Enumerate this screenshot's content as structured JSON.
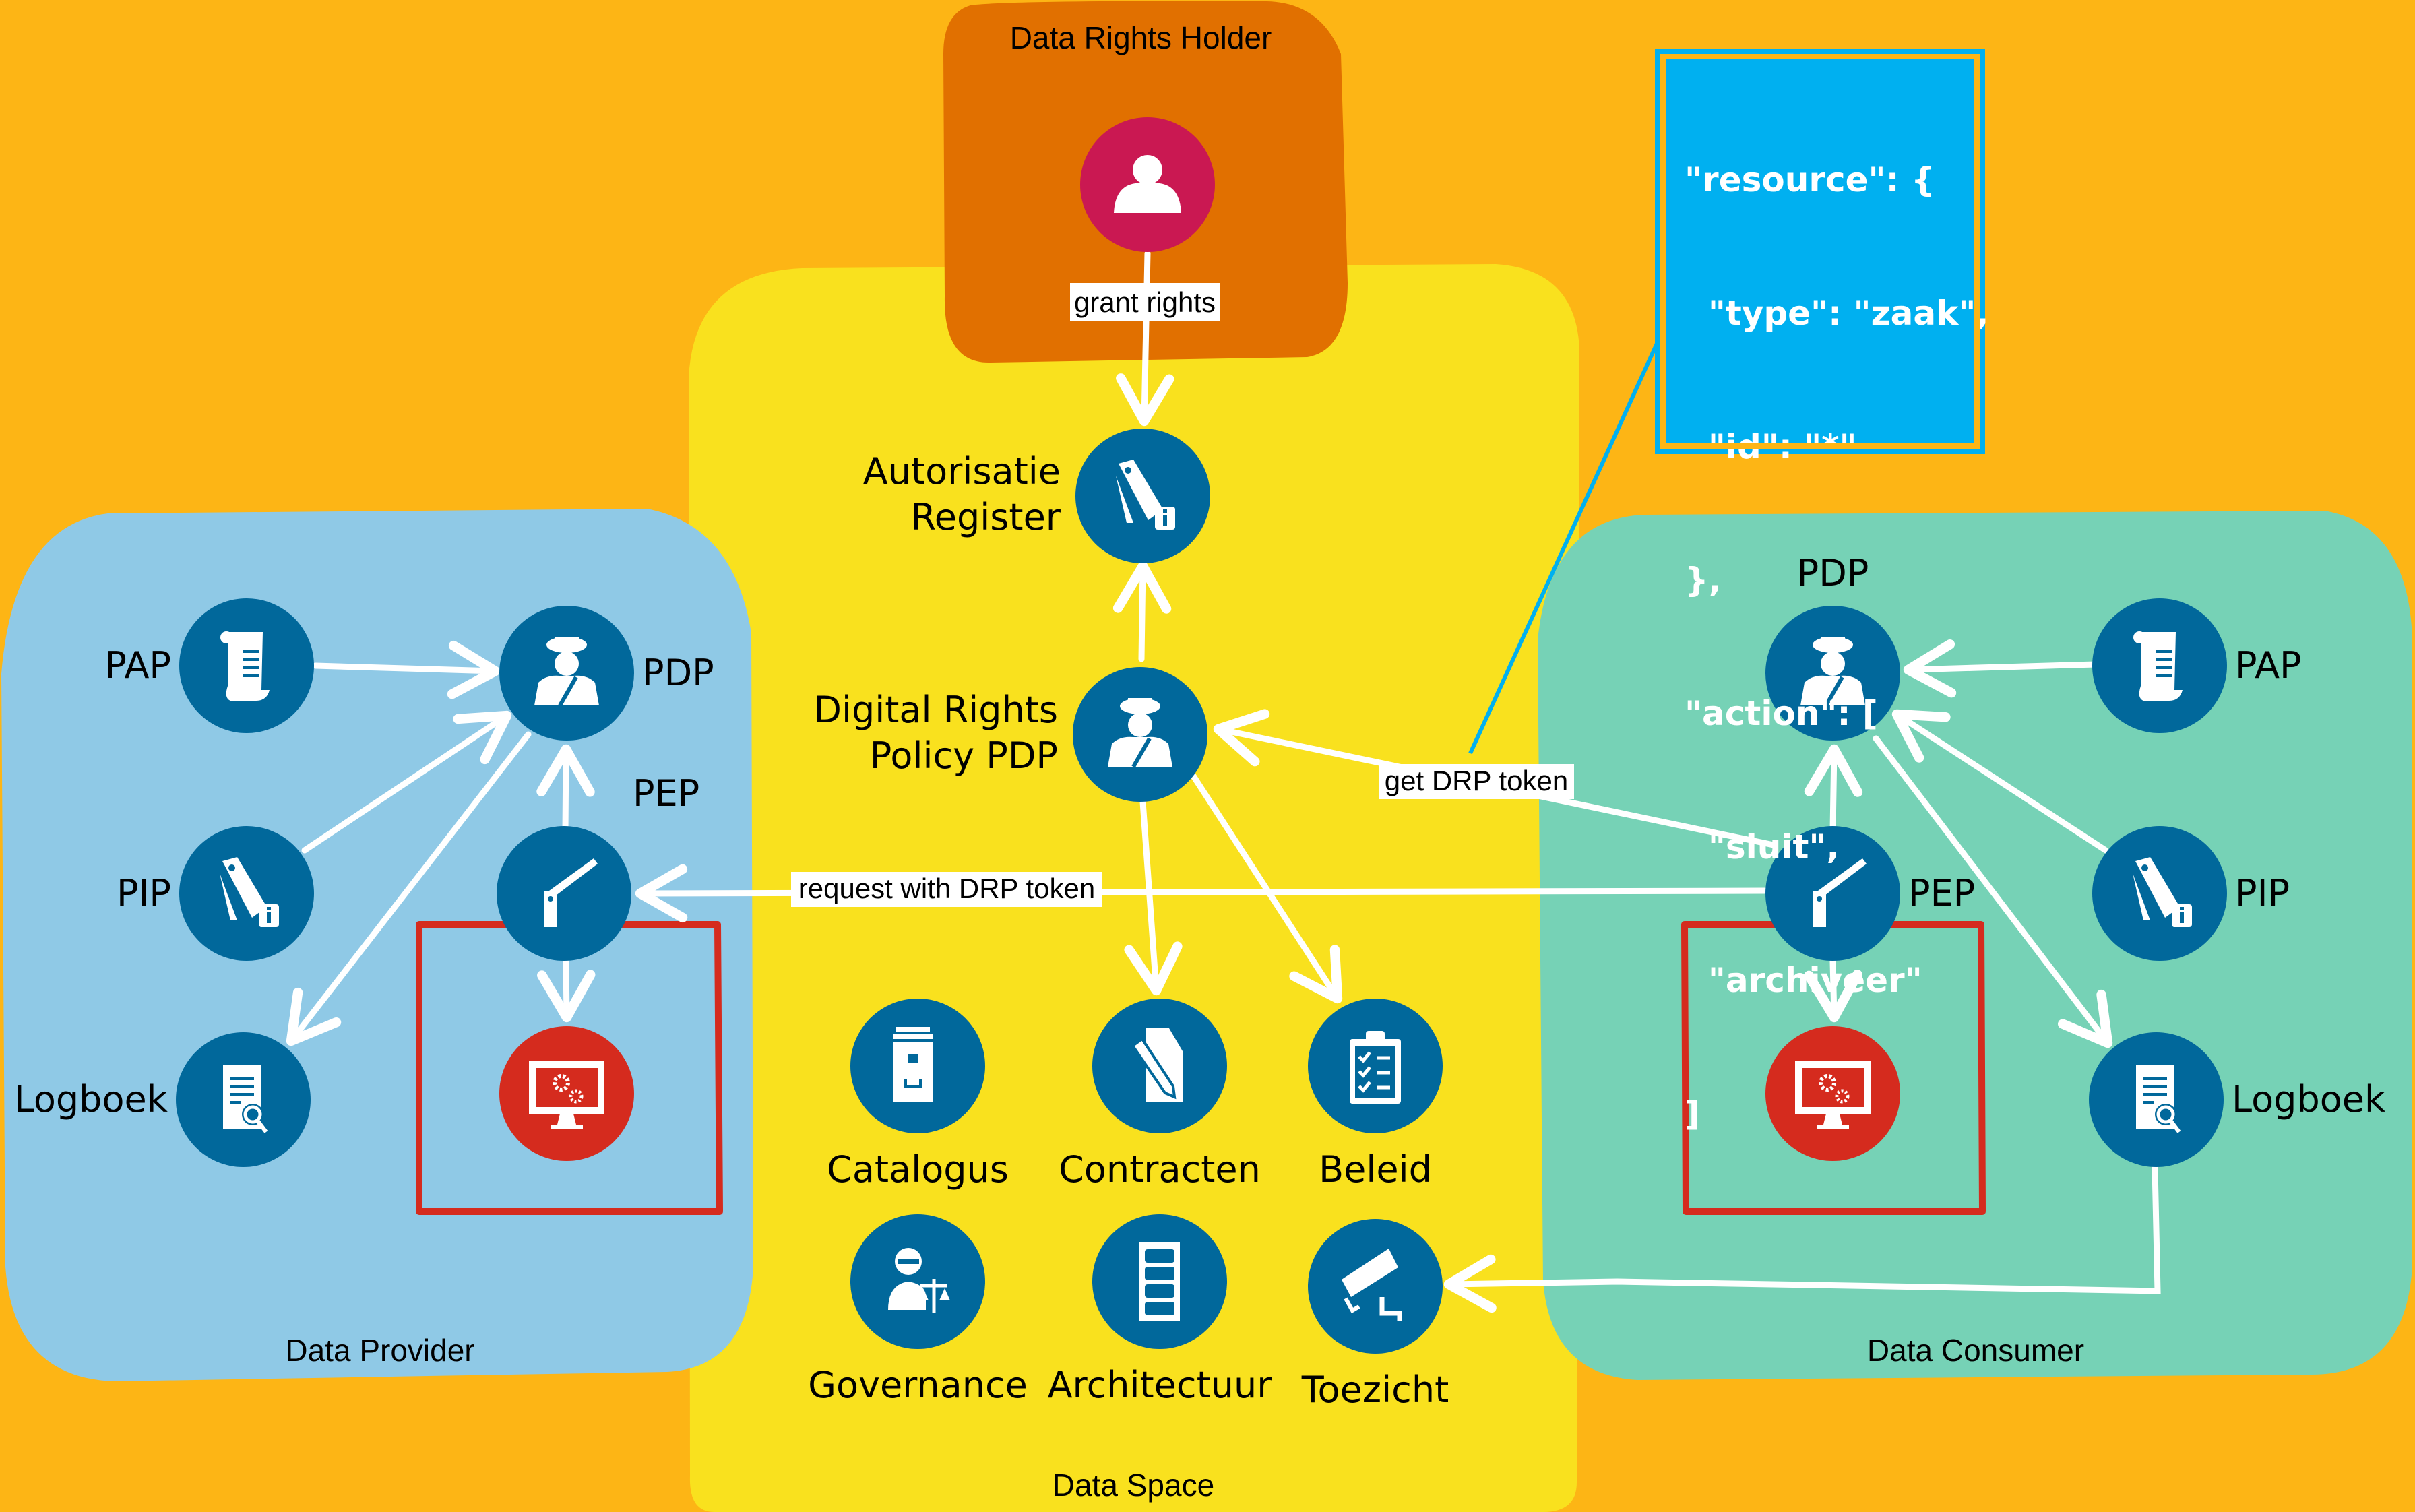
{
  "colors": {
    "background": "#fdb515",
    "data_space": "#f9e11e",
    "data_rights_holder": "#e17000",
    "data_provider": "#8fc9e6",
    "data_consumer": "#76d2b6",
    "node_blue": "#01689b",
    "node_red": "#d52b1e",
    "node_pink": "#ca1852",
    "json_box": "#00b0f0",
    "app_frame": "#d52b1e",
    "arrow": "#ffffff"
  },
  "groups": {
    "data_rights_holder": "Data Rights Holder",
    "data_space": "Data Space",
    "data_provider": "Data Provider",
    "data_consumer": "Data Consumer"
  },
  "nodes": {
    "rights_holder": {
      "label": "",
      "icon": "person-icon"
    },
    "autorisatie_register": {
      "label_lines": [
        "Autorisatie",
        "Register"
      ],
      "icon": "tags-info-icon"
    },
    "drp_pdp": {
      "label_lines": [
        "Digital Rights",
        "Policy PDP"
      ],
      "icon": "officer-icon"
    },
    "catalogus": {
      "label": "Catalogus",
      "icon": "file-cabinet-icon"
    },
    "contracten": {
      "label": "Contracten",
      "icon": "contract-pen-icon"
    },
    "beleid": {
      "label": "Beleid",
      "icon": "clipboard-checklist-icon"
    },
    "governance": {
      "label": "Governance",
      "icon": "justice-scales-icon"
    },
    "architectuur": {
      "label": "Architectuur",
      "icon": "server-rack-icon"
    },
    "toezicht": {
      "label": "Toezicht",
      "icon": "security-camera-icon"
    },
    "provider": {
      "pap": {
        "label": "PAP",
        "icon": "scroll-icon"
      },
      "pdp": {
        "label": "PDP",
        "icon": "officer-icon"
      },
      "pip": {
        "label": "PIP",
        "icon": "tags-info-icon"
      },
      "pep": {
        "label": "PEP",
        "icon": "barrier-gate-icon"
      },
      "app": {
        "label": "",
        "icon": "monitor-gears-icon"
      },
      "logboek": {
        "label": "Logboek",
        "icon": "log-search-icon"
      }
    },
    "consumer": {
      "pap": {
        "label": "PAP",
        "icon": "scroll-icon"
      },
      "pdp": {
        "label": "PDP",
        "icon": "officer-icon"
      },
      "pip": {
        "label": "PIP",
        "icon": "tags-info-icon"
      },
      "pep": {
        "label": "PEP",
        "icon": "barrier-gate-icon"
      },
      "app": {
        "label": "",
        "icon": "monitor-gears-icon"
      },
      "logboek": {
        "label": "Logboek",
        "icon": "log-search-icon"
      }
    }
  },
  "edges": {
    "grant_rights": "grant rights",
    "get_drp_token": "get DRP token",
    "request_with_drp_token": "request with DRP token"
  },
  "policy_json": {
    "lines": [
      "\"resource\": {",
      "  \"type\": \"zaak\",",
      "  \"id\": \"*\"",
      "},",
      "\"action\": [",
      "  \"sluit\",",
      "  \"archiveer\"",
      "]"
    ]
  }
}
